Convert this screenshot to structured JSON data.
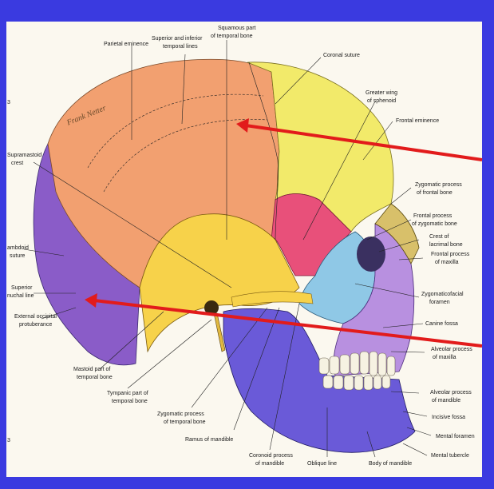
{
  "colors": {
    "background": "#3a3ae0",
    "plate": "#fbf8ef",
    "parietal": "#f2a070",
    "frontal": "#f2ea6a",
    "temporal": "#f7d24a",
    "sphenoid": "#e8507a",
    "zygomatic": "#8fc8e6",
    "occipital": "#8a5cc8",
    "mandible": "#6a5ad8",
    "maxilla": "#b890e0",
    "arrow": "#e21b1b"
  },
  "labels": {
    "parietal_eminence": "Parietal eminence",
    "temporal_lines_1": "Superior and inferior",
    "temporal_lines_2": "temporal lines",
    "squamous_1": "Squamous part",
    "squamous_2": "of temporal bone",
    "coronal_suture": "Coronal suture",
    "greater_wing_1": "Greater wing",
    "greater_wing_2": "of sphenoid",
    "frontal_eminence": "Frontal eminence",
    "supramastoid_1": "Supramastoid",
    "supramastoid_2": "crest",
    "zygomatic_frontal_1": "Zygomatic process",
    "zygomatic_frontal_2": "of frontal bone",
    "frontal_process_zyg_1": "Frontal process",
    "frontal_process_zyg_2": "of zygomatic bone",
    "crest_lacrimal_1": "Crest of",
    "crest_lacrimal_2": "lacrimal bone",
    "frontal_process_max_1": "Frontal process",
    "frontal_process_max_2": "of maxilla",
    "lambdoid_1": "ambdoid",
    "lambdoid_2": "suture",
    "superior_nuchal_1": "Superior",
    "superior_nuchal_2": "nuchal line",
    "ext_occipital_1": "External occipital",
    "ext_occipital_2": "protuberance",
    "zygomaticofacial_1": "Zygomaticofacial",
    "zygomaticofacial_2": "foramen",
    "canine_fossa": "Canine fossa",
    "alveolar_maxilla_1": "Alveolar process",
    "alveolar_maxilla_2": "of maxilla",
    "mastoid_1": "Mastoid part of",
    "mastoid_2": "temporal bone",
    "tympanic_1": "Tympanic part of",
    "tympanic_2": "temporal bone",
    "zygomatic_temporal_1": "Zygomatic process",
    "zygomatic_temporal_2": "of temporal bone",
    "alveolar_mandible_1": "Alveolar process",
    "alveolar_mandible_2": "of mandible",
    "incisive_fossa": "Incisive fossa",
    "ramus": "Ramus of mandible",
    "coronoid_1": "Coronoid process",
    "coronoid_2": "of mandible",
    "oblique_line": "Oblique line",
    "body_mandible": "Body of mandible",
    "mental_foramen": "Mental foramen",
    "mental_tubercle": "Mental tubercle",
    "margin_3": "3",
    "margin_3b": "3"
  },
  "signature": "Frank Netter"
}
